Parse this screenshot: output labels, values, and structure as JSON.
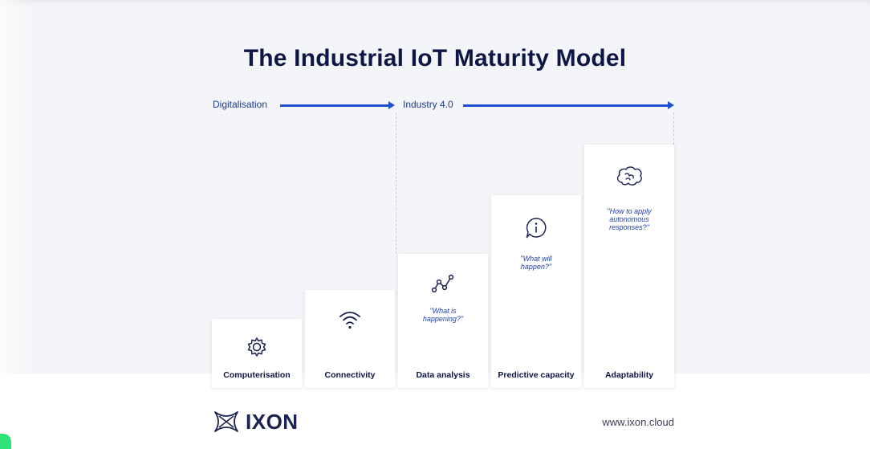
{
  "title": "The Industrial IoT Maturity Model",
  "phases": [
    {
      "label": "Digitalisation"
    },
    {
      "label": "Industry 4.0"
    }
  ],
  "steps": [
    {
      "label": "Computerisation",
      "question": "",
      "icon": "gear-icon"
    },
    {
      "label": "Connectivity",
      "question": "",
      "icon": "wifi-icon"
    },
    {
      "label": "Data analysis",
      "question": "\"What is\nhappening?\"",
      "icon": "graph-icon"
    },
    {
      "label": "Predictive capacity",
      "question": "\"What will\nhappen?\"",
      "icon": "info-chat-icon"
    },
    {
      "label": "Adaptability",
      "question": "\"How to apply\nautonomous\nresponses?\"",
      "icon": "brain-icon"
    }
  ],
  "footer": {
    "brand": "IXON",
    "url": "www.ixon.cloud"
  },
  "colors": {
    "accent": "#1f4fcf",
    "title": "#0e1645",
    "background": "#f4f5f8",
    "brand_green": "#2ee27a"
  }
}
